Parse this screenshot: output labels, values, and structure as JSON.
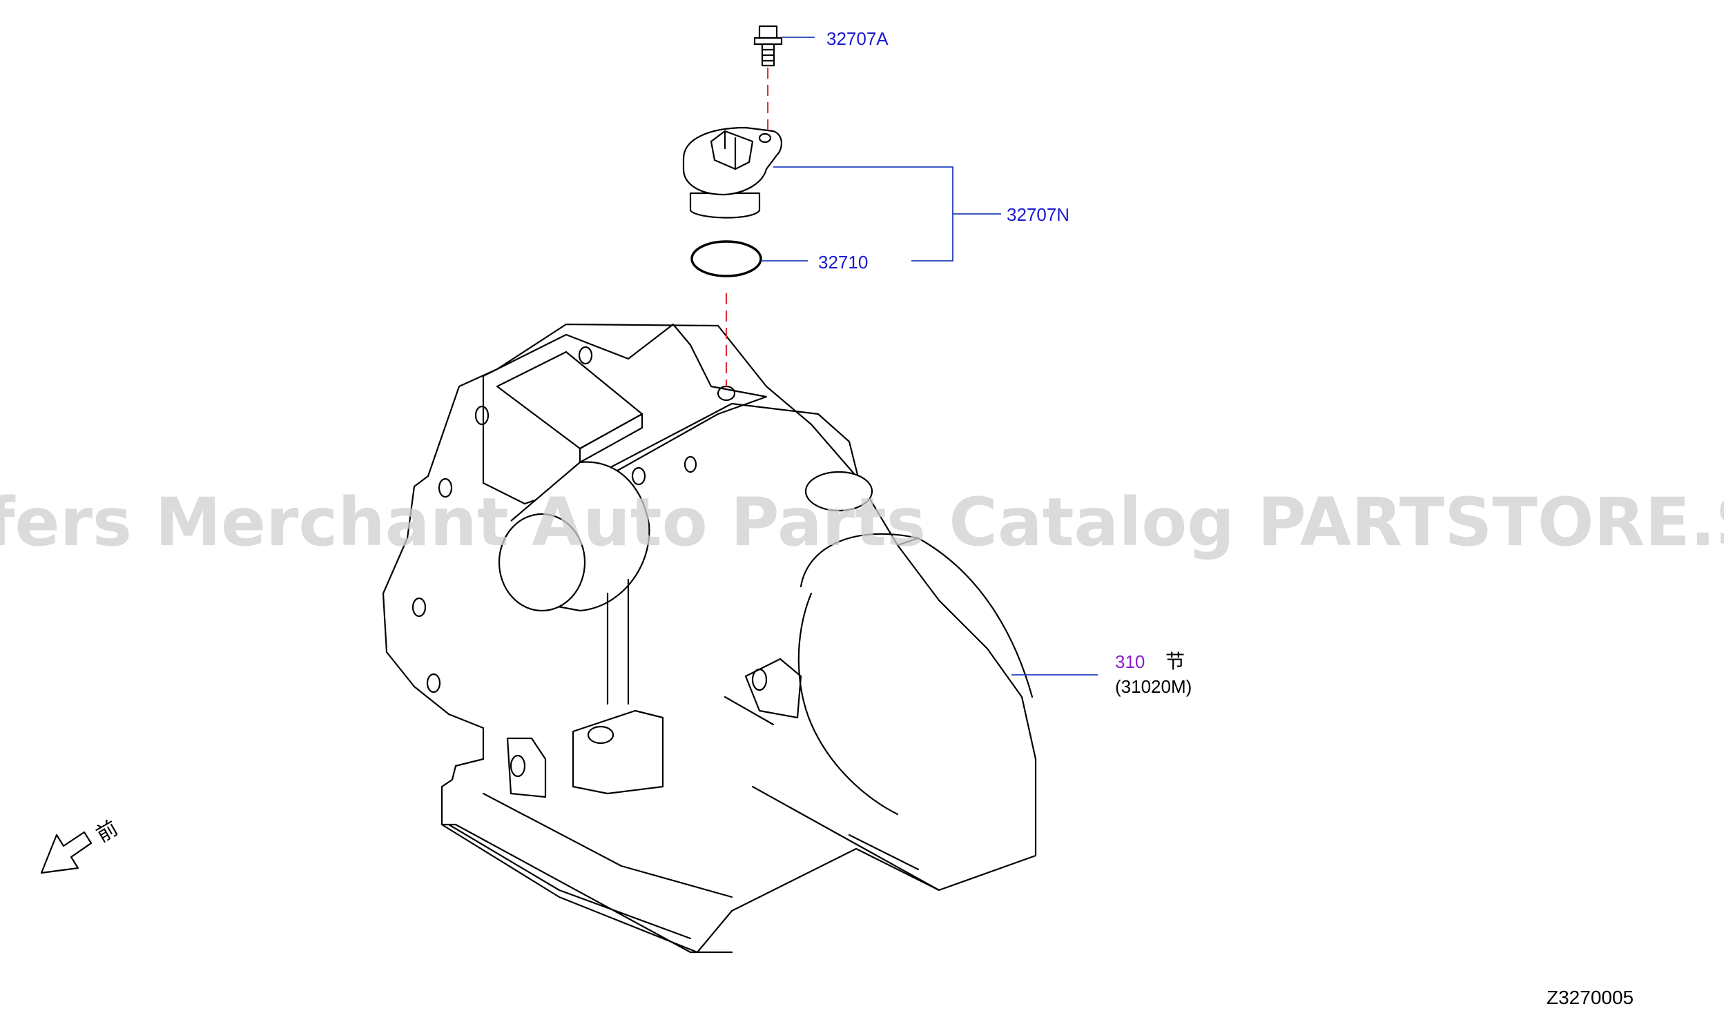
{
  "watermark": "Offers Merchant Auto Parts Catalog PARTSTORE.SA",
  "diagram_code": "Z3270005",
  "front_marker": "前",
  "colors": {
    "part_number": "#1a1ad0",
    "section_number": "#8a1ad0",
    "leader": "#1f3fbf",
    "dashed_guide": "#e0303a",
    "outline": "#000000",
    "watermark": "#cfcfcf"
  },
  "callouts": {
    "bolt": "32707A",
    "sensor_assembly": "32707N",
    "o_ring": "32710",
    "transmission_section": "310",
    "transmission_section_suffix": "节",
    "transmission_part": "(31020M)"
  }
}
